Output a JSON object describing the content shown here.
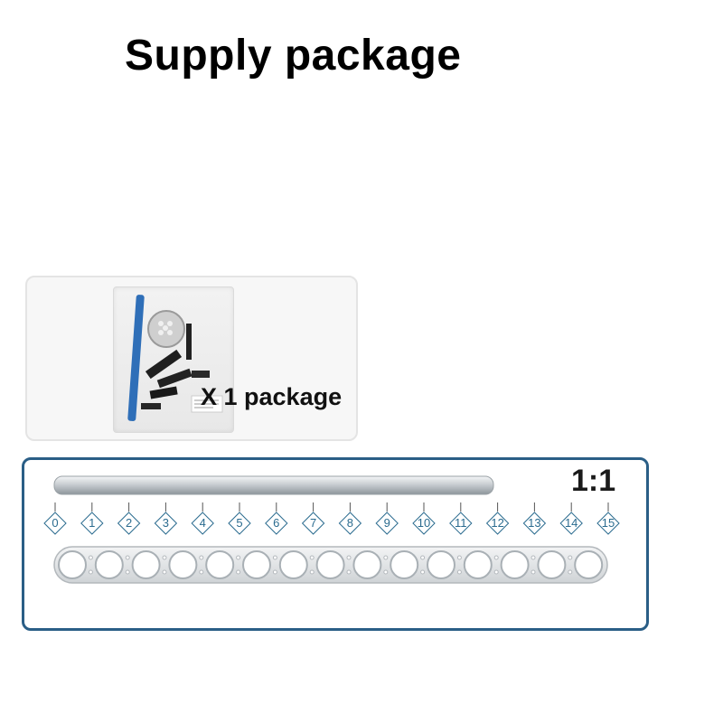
{
  "title": "Supply package",
  "package": {
    "quantity_label": "X 1 package"
  },
  "ruler": {
    "scale_label": "1:1",
    "ticks": [
      "0",
      "1",
      "2",
      "3",
      "4",
      "5",
      "6",
      "7",
      "8",
      "9",
      "10",
      "11",
      "12",
      "13",
      "14",
      "15"
    ],
    "hole_count": 15
  },
  "colors": {
    "frame": "#2a5e86",
    "tick_label": "#2a6b8f",
    "beam_blue": "#2f6fb8"
  }
}
